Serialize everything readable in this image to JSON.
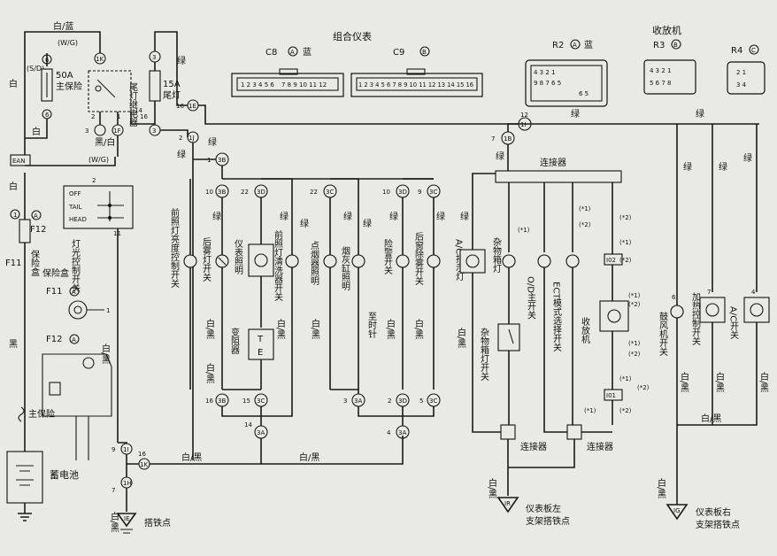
{
  "header": {
    "combo_meter": "组合仪表",
    "radio": "收放机",
    "c8": "C8",
    "c8_letter": "A",
    "c8_color": "蓝",
    "c9": "C9",
    "c9_letter": "B",
    "r2": "R2",
    "r2_letter": "A",
    "r2_color": "蓝",
    "r3": "R3",
    "r3_letter": "B",
    "r4": "R4",
    "r4_letter": "C"
  },
  "connectors": {
    "c8_pins_top": "1 2 3 4 5 6",
    "c8_pins_b": "7 8 9 10 11 12",
    "c9_pins": "1 2 3 4 5 6 7 8 9 10 11 12 13 14 15 16",
    "r2_row1": "4 3 2 1",
    "r2_row2": "9 8 7 6 5",
    "r2_row3": "6 5",
    "r3_row1": "4 3 2 1",
    "r3_row2": "5 6 7 8",
    "r4_pins": "2 1 3 4"
  },
  "left": {
    "white_blue": "白/蓝",
    "wg1": "(W/G)",
    "wg2": "(W/G)",
    "sd": "(S/D)",
    "main_fuse_50a": "50A",
    "main_fuse_label": "主保险",
    "white_v": "白",
    "white_h": "白",
    "e_an": "EAN",
    "fuse_15a": "15A",
    "tail_lamp": "尾灯",
    "tail_relay": "尾灯继电器",
    "black_white": "黑/白",
    "light_switch": "灯光控制开关",
    "off": "OFF",
    "tail": "TAIL",
    "head": "HEAD",
    "f12": "F12",
    "fuse_box": "保险盒",
    "f11": "F11",
    "fuse_box2": "保险盒",
    "f11_letter": "A",
    "f12_letter": "A",
    "black": "黑",
    "main_fuse2": "主保险",
    "battery": "蓄电池",
    "ground_label": "搭铁点",
    "ground_code": "IE",
    "white_black_v": "白/黑"
  },
  "terminals": {
    "t1k": "1K",
    "t6_1": "6",
    "t6_2": "6",
    "t3_1": "3",
    "t3_2": "3",
    "t14": "14",
    "t16": "16",
    "t2": "2",
    "t1": "1",
    "t1f": "1F",
    "t3_1e": "1E",
    "t16_1e": "16",
    "t1j": "1J",
    "t2_1j": "2",
    "t11": "11",
    "t12": "12",
    "t1i": "1I",
    "t3_1b": "1B",
    "t7": "7",
    "t11b": "11"
  },
  "middle": {
    "green": "绿",
    "sw_headlamp_ctrl": "前照灯亮度控制开关",
    "sw_rear_fog": "后雾灯开关",
    "meter_light": "仪表照明",
    "sw_washer": "前照灯清洗器开关",
    "cig_light": "点烟器照明",
    "ashtray_light": "烟灰缸照明",
    "sw_hazard": "险警开关",
    "sw_defog": "后窗除雾开关",
    "ac_indicator": "A/C指示灯",
    "clock": "至时针",
    "rheostat": "变阻器",
    "t_pin": "T",
    "e_pin": "E",
    "wb": "白/黑",
    "c3b": "3B",
    "c3d": "3D",
    "c3c": "3C",
    "c3a": "3A",
    "n1": "1",
    "n10": "10",
    "n22": "22",
    "n22b": "22",
    "n10b": "10",
    "n9": "9",
    "n16": "16",
    "n15": "15",
    "n14": "14",
    "n4": "4",
    "n3": "3",
    "n5": "5",
    "n2": "2"
  },
  "right": {
    "connector": "连接器",
    "glove_lamp": "杂物箱灯",
    "glove_sw": "杂物箱灯开关",
    "od_sw": "O/D主开关",
    "ect_sw": "ECT模式选择开关",
    "radio_unit": "收放机",
    "blower_sw": "鼓风机开关",
    "heater_sw": "加热控制开关",
    "ac_sw": "A/C开关",
    "star1": "(*1)",
    "star2": "(*2)",
    "i02": "I02",
    "i01": "I01",
    "ground_left": "仪表板左支架搭铁点",
    "ground_right": "仪表板右支架搭铁点",
    "ir": "IR",
    "ig": "IG",
    "wb": "白/黑",
    "green": "绿"
  }
}
